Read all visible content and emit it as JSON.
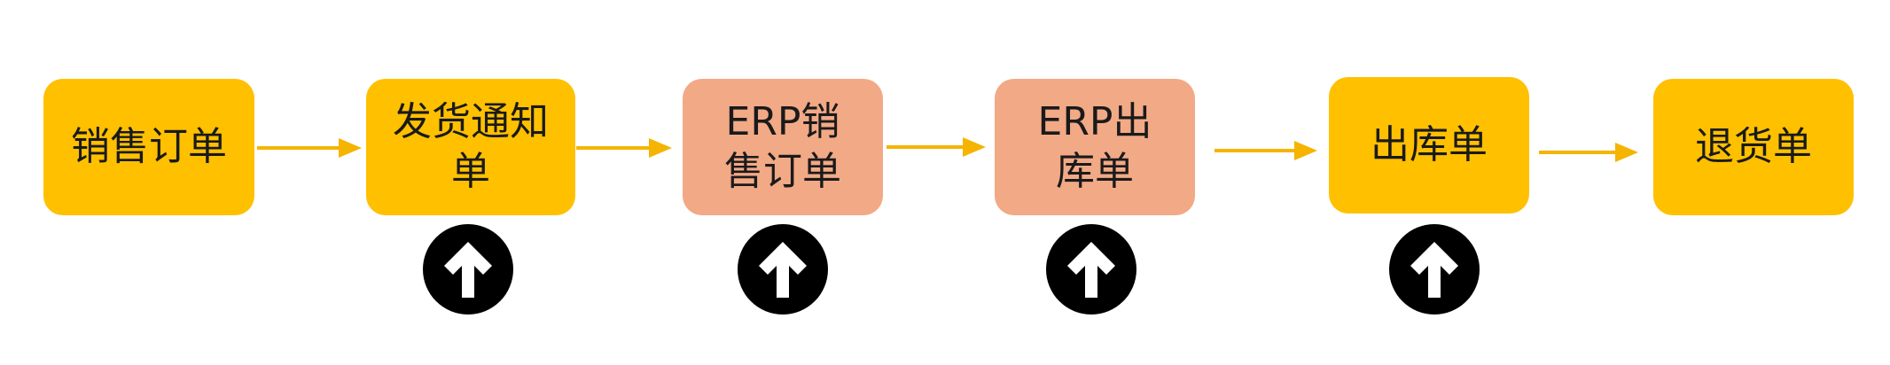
{
  "colors": {
    "yellow": "#FFC000",
    "salmon": "#F2A986",
    "arrow": "#F5B400",
    "badge": "#000000",
    "badge_arrow": "#ffffff"
  },
  "diagram": {
    "nodes": [
      {
        "id": "sales-order",
        "lines": [
          "销售订单"
        ],
        "color": "yellow"
      },
      {
        "id": "delivery-notice",
        "lines": [
          "发货通知",
          "单"
        ],
        "color": "yellow"
      },
      {
        "id": "erp-sales-order",
        "lines": [
          "ERP销",
          "售订单"
        ],
        "color": "salmon"
      },
      {
        "id": "erp-outbound",
        "lines": [
          "ERP出",
          "库单"
        ],
        "color": "salmon"
      },
      {
        "id": "outbound-order",
        "lines": [
          "出库单"
        ],
        "color": "yellow"
      },
      {
        "id": "return-order",
        "lines": [
          "退货单"
        ],
        "color": "yellow"
      }
    ],
    "edges": [
      {
        "from": "sales-order",
        "to": "delivery-notice"
      },
      {
        "from": "delivery-notice",
        "to": "erp-sales-order"
      },
      {
        "from": "erp-sales-order",
        "to": "erp-outbound"
      },
      {
        "from": "erp-outbound",
        "to": "outbound-order"
      },
      {
        "from": "outbound-order",
        "to": "return-order"
      }
    ],
    "upload_icons": [
      {
        "below": "delivery-notice",
        "icon": "upload-arrow-icon"
      },
      {
        "below": "erp-sales-order",
        "icon": "upload-arrow-icon"
      },
      {
        "below": "erp-outbound",
        "icon": "upload-arrow-icon"
      },
      {
        "below": "outbound-order",
        "icon": "upload-arrow-icon"
      }
    ]
  }
}
